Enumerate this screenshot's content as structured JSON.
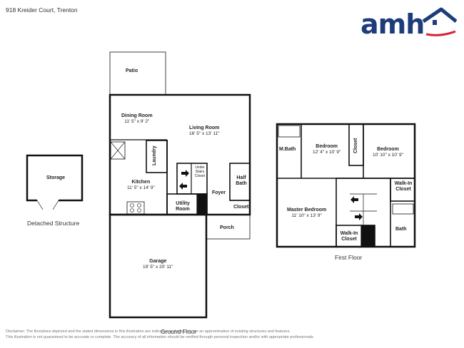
{
  "header": {
    "address": "918 Kreider Court, Trenton",
    "logo_text": "amh"
  },
  "captions": {
    "detached": "Detached Structure",
    "first_floor": "First Floor",
    "ground_floor": "Ground Floor"
  },
  "rooms": {
    "patio": {
      "name": "Patio"
    },
    "dining": {
      "name": "Dining Room",
      "dims": "11' 5\" x 9' 2\""
    },
    "living": {
      "name": "Living Room",
      "dims": "16' 5\" x 13' 11\""
    },
    "laundry": {
      "name": "Laundry"
    },
    "under_stairs": {
      "name": "Under Stairs Closet"
    },
    "half_bath": {
      "name": "Half Bath"
    },
    "kitchen": {
      "name": "Kitchen",
      "dims": "11' 5\" x 14' 9\""
    },
    "foyer": {
      "name": "Foyer"
    },
    "utility": {
      "name": "Utility Room"
    },
    "closet_ground": {
      "name": "Closet"
    },
    "porch": {
      "name": "Porch"
    },
    "garage": {
      "name": "Garage",
      "dims": "19' 5\" x 20' 11\""
    },
    "storage": {
      "name": "Storage"
    },
    "mbath": {
      "name": "M.Bath"
    },
    "bedroom1": {
      "name": "Bedroom",
      "dims": "12' 4\" x 10' 9\""
    },
    "closet_first": {
      "name": "Closet"
    },
    "bedroom2": {
      "name": "Bedroom",
      "dims": "10' 10\" x 10' 9\""
    },
    "walkin_right": {
      "name": "Walk-In Closet"
    },
    "master": {
      "name": "Master Bedroom",
      "dims": "11' 10\" x 13' 9\""
    },
    "walkin_center": {
      "name": "Walk-In Closet"
    },
    "bath": {
      "name": "Bath"
    }
  },
  "disclaimer": {
    "line1": "Disclaimer: The floorplans depicted and the stated dimensions in this illustration are indicative and may only be an approximation of existing structures and features.",
    "line2": "This illustration is not guaranteed to be accurate or complete. The accuracy of all information should be verified through personal inspection and/or with appropriate professionals."
  },
  "colors": {
    "logo_blue": "#1d3d7a",
    "logo_red": "#d62631",
    "wall": "#111111"
  }
}
